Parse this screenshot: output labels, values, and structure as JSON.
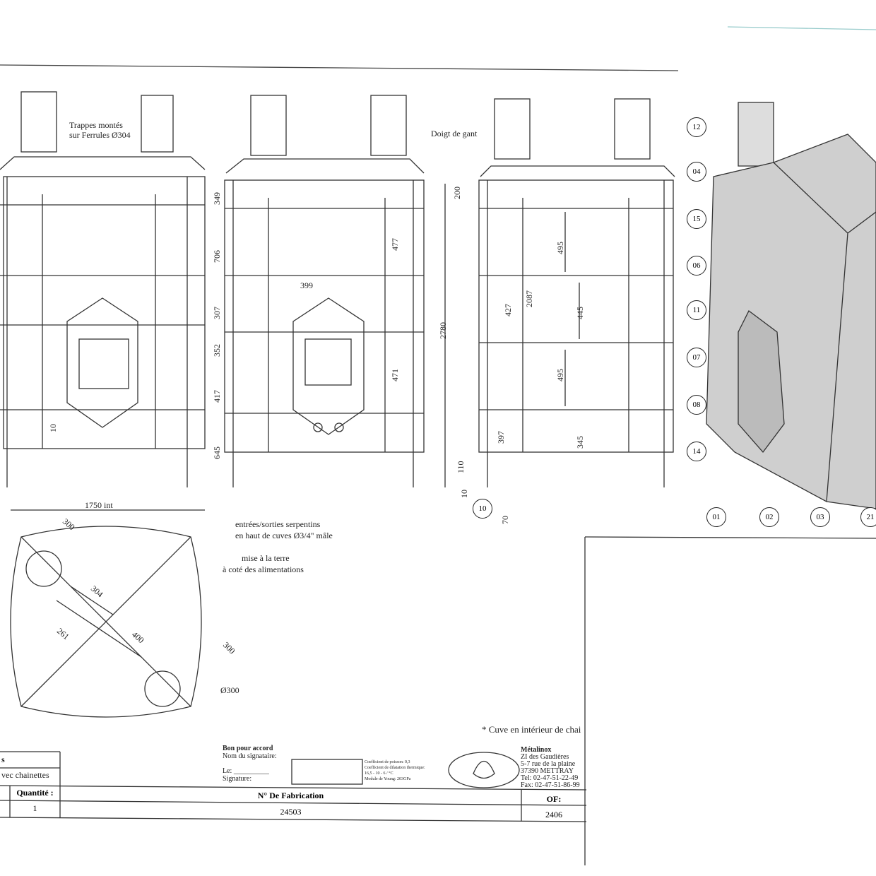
{
  "annotations": {
    "trappes": [
      "Trappes montés",
      "sur Ferrules Ø304"
    ],
    "doigt": "Doigt de gant",
    "serpentins": [
      "entrées/sorties serpentins",
      "en haut de cuves Ø3/4\" mâle"
    ],
    "terre": [
      "mise à la terre",
      "à coté des alimentations"
    ],
    "cuve_note": "* Cuve en intérieur de chai"
  },
  "dimensions": {
    "left": [
      "349",
      "706",
      "307",
      "352",
      "417",
      "645",
      "10"
    ],
    "middle": [
      "399",
      "477",
      "471",
      "2780",
      "200"
    ],
    "right": [
      "495",
      "2087",
      "427",
      "445",
      "495",
      "397",
      "345",
      "110",
      "10",
      "70"
    ],
    "top_view": [
      "1750 int",
      "300",
      "304",
      "261",
      "400",
      "300",
      "Ø300"
    ]
  },
  "balloons": [
    "12",
    "04",
    "15",
    "06",
    "11",
    "07",
    "08",
    "14",
    "01",
    "02",
    "03",
    "21",
    "10"
  ],
  "title_block": {
    "row1": "s",
    "row2": "vec chainettes",
    "qty_label": "Quantité :",
    "qty_value": "1",
    "fab_label": "N° De Fabrication",
    "fab_value": "24503",
    "of_label": "OF:",
    "of_value": "2406",
    "accord": [
      "Bon pour accord",
      "Nom du signataire:",
      "Le: __________",
      "Signature:"
    ],
    "coef": [
      "Coefficient de poisson: 0,3",
      "Coefficient de dilatation thermique:",
      "16,5 - 10 - 6 / °C",
      "Module de Young: 203GPa"
    ],
    "company": [
      "Métalinox",
      "ZI des Gaudières",
      "5-7 rue de la plaine",
      "37390 METTRAY",
      "Tel: 02-47-51-22-49",
      "Fax: 02-47-51-86-99"
    ]
  }
}
